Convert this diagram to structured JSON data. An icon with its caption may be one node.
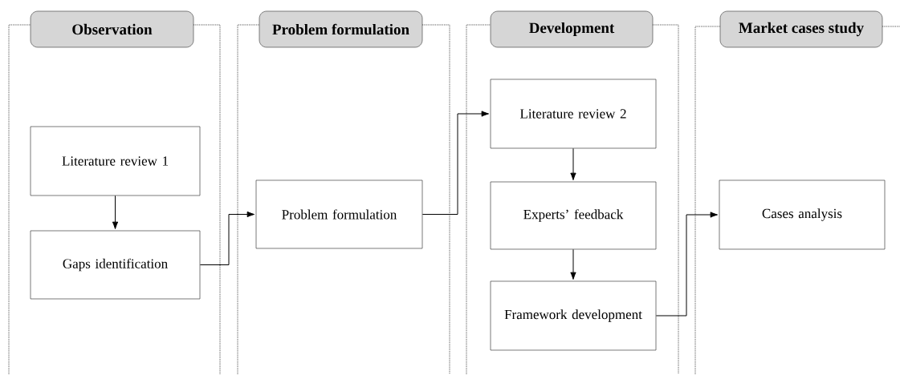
{
  "diagram": {
    "nodes": [
      {
        "text": [
          "Observation"
        ]
      },
      {
        "text": [
          "Literature review 1"
        ],
        "in": 0
      },
      {
        "text": [
          "Gaps identification"
        ],
        "in": 0
      },
      {
        "text": [
          "Problem formulation"
        ]
      },
      {
        "text": [
          "Problem formulation"
        ],
        "in": 3
      },
      {
        "text": [
          "Development"
        ]
      },
      {
        "text": [
          "Literature review 2"
        ],
        "in": 5
      },
      {
        "text": [
          "Experts’ feedback"
        ],
        "in": 5
      },
      {
        "text": [
          "Framework development"
        ],
        "in": 5
      },
      {
        "text": [
          "Market cases study"
        ]
      },
      {
        "text": [
          "Cases analysis"
        ],
        "in": 9
      }
    ],
    "edges": [
      {
        "from": 1,
        "to": 2,
        "arrow": "to"
      },
      {
        "from": 2,
        "to": 4,
        "arrow": "to"
      },
      {
        "from": 4,
        "to": 6,
        "arrow": "to"
      },
      {
        "from": 6,
        "to": 7,
        "arrow": "to"
      },
      {
        "from": 7,
        "to": 8,
        "arrow": "to"
      },
      {
        "from": 8,
        "to": 10,
        "arrow": "to"
      }
    ]
  }
}
